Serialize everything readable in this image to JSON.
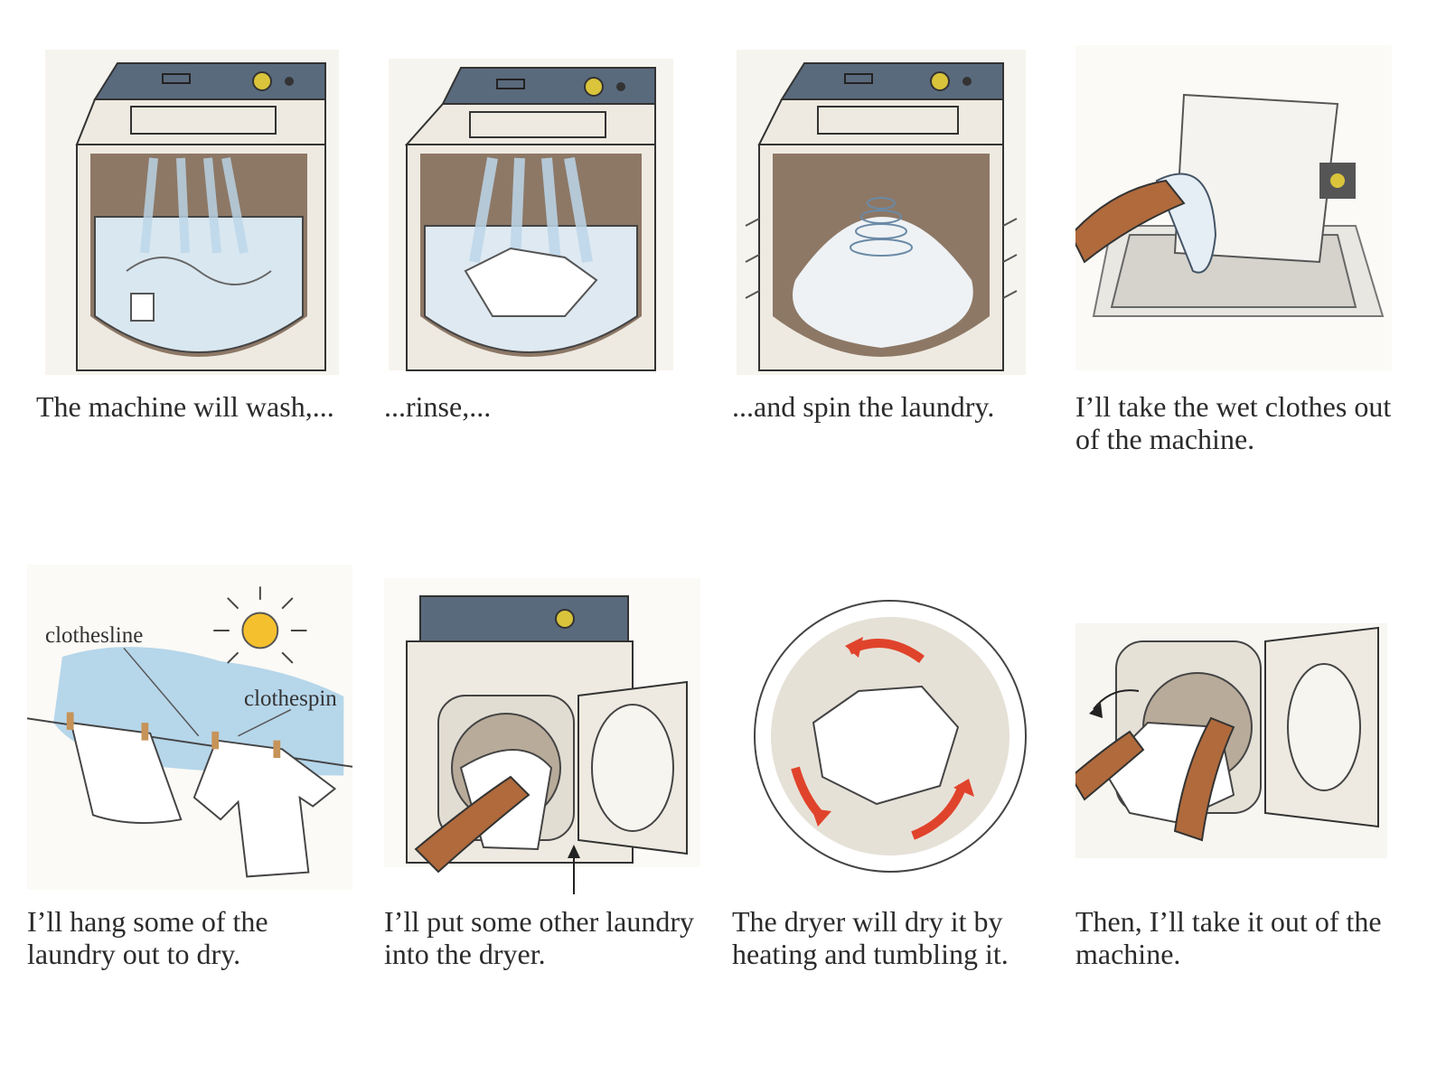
{
  "panels": [
    {
      "caption": "The machine will wash,..."
    },
    {
      "caption": "...rinse,..."
    },
    {
      "caption": "...and spin the laundry."
    },
    {
      "caption": "I’ll take the wet clothes out of the machine."
    },
    {
      "caption": "I’ll hang some of the laundry out to dry."
    },
    {
      "caption": "I’ll put some other laundry into the dryer."
    },
    {
      "caption": "The dryer will dry it by heating and tumbling it."
    },
    {
      "caption": "Then, I’ll take it out of the machine."
    }
  ],
  "labels": {
    "clothesline": "clothesline",
    "clothespin": "clothespin"
  },
  "colors": {
    "panel_top": "#5a6a7d",
    "machine_body": "#eeeae1",
    "drum_brown": "#8d7866",
    "water_blue": "#bcd7ea",
    "sky_blue": "#a9cfe8",
    "sun_yellow": "#f5c02e",
    "arrow_red": "#e0432b",
    "skin": "#b06a3c"
  }
}
